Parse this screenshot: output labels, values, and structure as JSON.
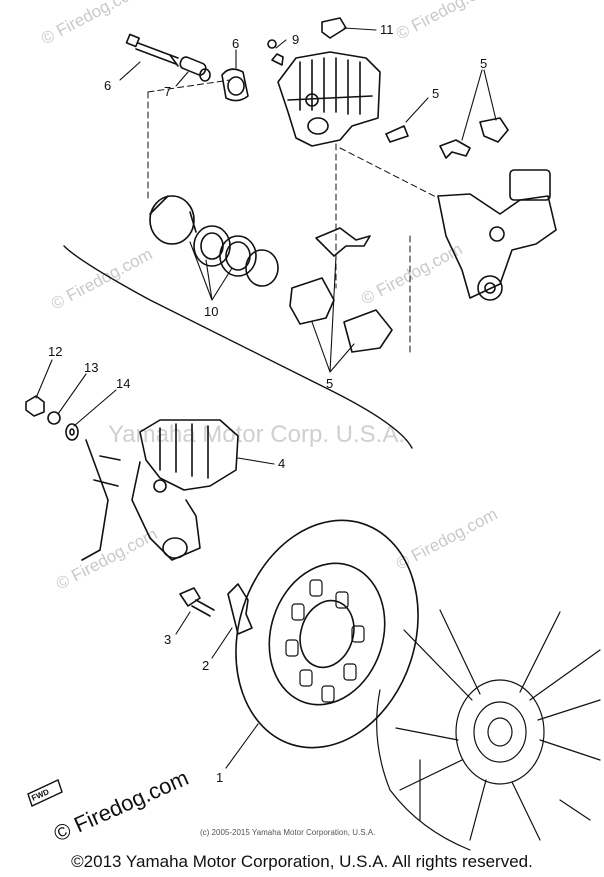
{
  "watermarks": {
    "site": "© Firedog.com",
    "site_bottom": "© Firedog.com",
    "center": "Yamaha Motor Corp. U.S.A."
  },
  "callouts": [
    "1",
    "2",
    "3",
    "4",
    "5",
    "5",
    "5",
    "6",
    "6",
    "7",
    "9",
    "10",
    "11",
    "12",
    "13",
    "14"
  ],
  "arrow_tag": "FWD",
  "small_copyright": "(c) 2005-2015 Yamaha Motor Corporation, U.S.A.",
  "copyright": "©2013 Yamaha Motor Corporation, U.S.A. All rights reserved."
}
